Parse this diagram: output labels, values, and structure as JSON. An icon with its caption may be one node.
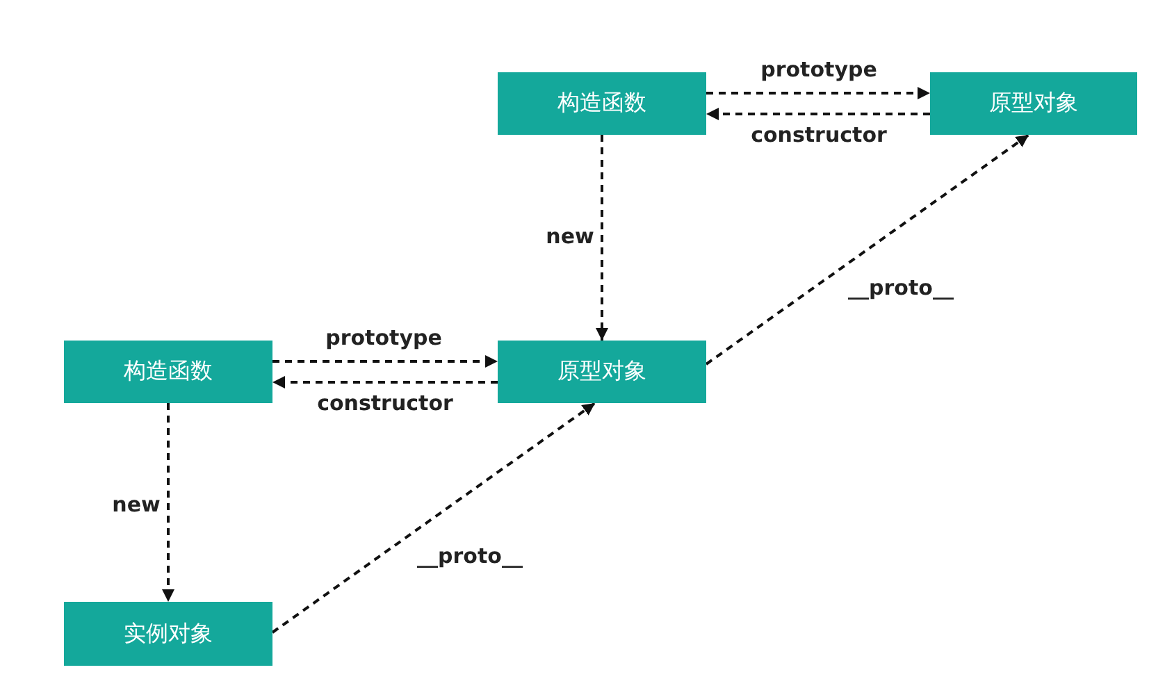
{
  "diagram": {
    "nodes": [
      {
        "text": [
          "构造函数"
        ]
      },
      {
        "text": [
          "原型对象"
        ]
      },
      {
        "text": [
          "构造函数"
        ]
      },
      {
        "text": [
          "原型对象"
        ]
      },
      {
        "text": [
          "实例对象"
        ]
      }
    ],
    "edges": [
      {
        "from": 0,
        "to": 1,
        "arrow": "to",
        "label": "prototype",
        "style": "dashed"
      },
      {
        "from": 1,
        "to": 0,
        "arrow": "to",
        "label": "constructor",
        "style": "dashed"
      },
      {
        "from": 0,
        "to": 3,
        "arrow": "to",
        "label": "new",
        "style": "dashed"
      },
      {
        "from": 3,
        "to": 1,
        "arrow": "to",
        "label": "__proto__",
        "style": "dashed"
      },
      {
        "from": 2,
        "to": 3,
        "arrow": "to",
        "label": "prototype",
        "style": "dashed"
      },
      {
        "from": 3,
        "to": 2,
        "arrow": "to",
        "label": "constructor",
        "style": "dashed"
      },
      {
        "from": 2,
        "to": 4,
        "arrow": "to",
        "label": "new",
        "style": "dashed"
      },
      {
        "from": 4,
        "to": 3,
        "arrow": "to",
        "label": "__proto__",
        "style": "dashed"
      }
    ]
  }
}
